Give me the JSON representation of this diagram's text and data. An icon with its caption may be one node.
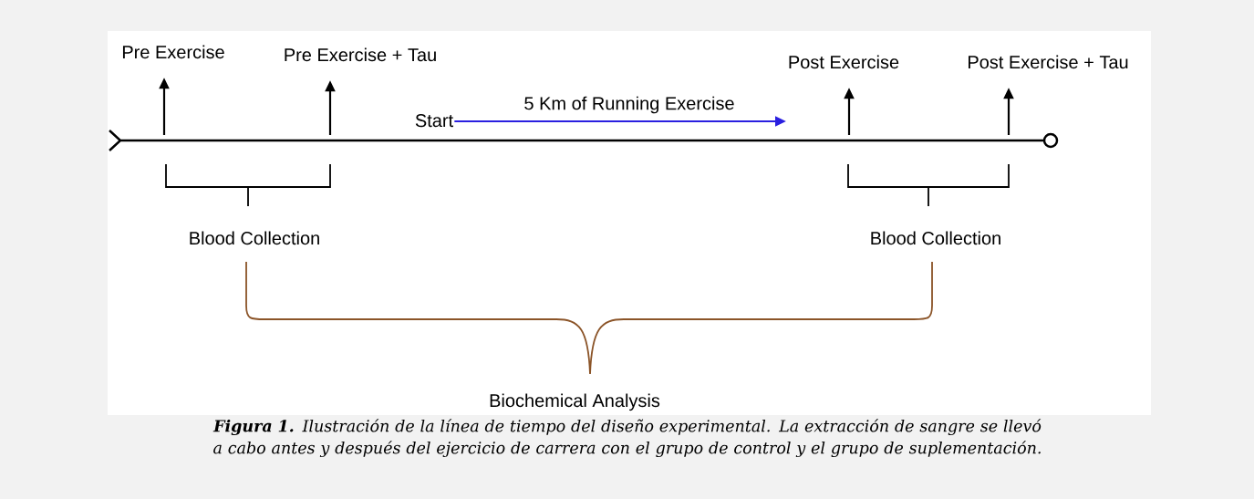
{
  "diagram": {
    "caption": "**Figura 1.** Ilustración de la línea de tiempo del diseño experimental. La extracción de sangre se llevó a cabo antes y después del ejercicio de carrera con el grupo de control y el grupo de suplementación.",
    "nodes": [
      {
        "text": [
          "Pre Exercise"
        ]
      },
      {
        "text": [
          "Pre Exercise + Tau"
        ]
      },
      {
        "text": [
          "Start"
        ]
      },
      {
        "text": [
          "Post Exercise"
        ]
      },
      {
        "text": [
          "Post Exercise + Tau"
        ]
      }
    ],
    "edges": [
      {
        "from": null,
        "to": 0,
        "arrow": "to"
      },
      {
        "from": null,
        "to": 1,
        "arrow": "to"
      },
      {
        "from": null,
        "to": 3,
        "arrow": "to"
      },
      {
        "from": null,
        "to": 4,
        "arrow": "to"
      },
      {
        "from": 2,
        "to": null,
        "arrow": "to",
        "label": "5 Km of Running Exercise",
        "color": "#2a1fe0"
      }
    ],
    "labels": [
      "Blood Collection",
      "Blood Collection",
      "Biochemical Analysis"
    ]
  }
}
